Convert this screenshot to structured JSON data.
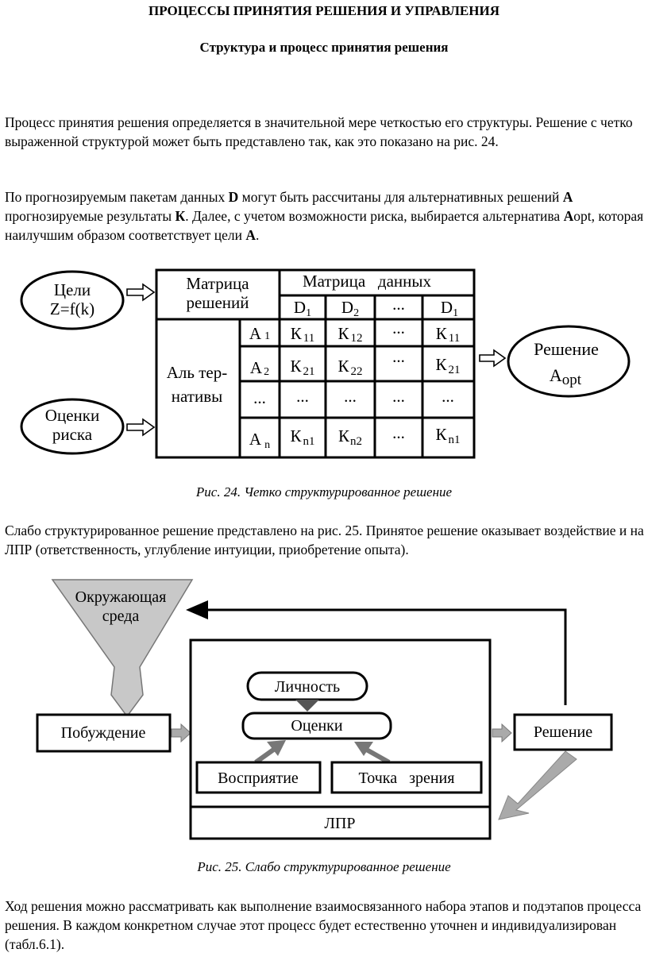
{
  "heading": "ПРОЦЕССЫ ПРИНЯТИЯ РЕШЕНИЯ И УПРАВЛЕНИЯ",
  "subheading": "Структура и процесс принятия решения",
  "paragraphs": {
    "p1": "Процесс принятия решения определяется в значительной мере четкостью его структуры. Решение с четко выраженной структурой может быть представлено так, как это показано на рис. 24.",
    "p2_a": "По прогнозируемым пакетам данных ",
    "p2_b": "D",
    "p2_c": " могут быть рассчитаны для альтернативных решений ",
    "p2_d": "A",
    "p2_e": " прогнозируемые результаты ",
    "p2_f": "К",
    "p2_g": ". Далее, с учетом возможности риска, выбирается альтернатива ",
    "p2_h": "A",
    "p2_i": "opt, которая наилучшим образом соответствует цели ",
    "p2_j": "А",
    "p2_k": ".",
    "p3": "Слабо структурированное решение представлено на рис. 25. Принятое решение оказывает воздействие и на ЛПР (ответственность, углубление интуиции, приобретение опыта).",
    "p4": "Ход решения можно рассматривать как выполнение взаимосвязанного набора этапов и подэтапов процесса решения. В каждом конкретном случае этот процесс будет естественно уточнен и индивидуализирован (табл.6.1)."
  },
  "fig24": {
    "goals_1": "Цели",
    "goals_2": "Z=f(k)",
    "risk_1": "Оценки",
    "risk_2": "риска",
    "matrix_1": "Матрица",
    "matrix_2": "решений",
    "data_matrix": "Матрица   данных",
    "alt_1": "Аль тер-",
    "alt_2": "нативы",
    "decision_1": "Решение",
    "decision_2": "A",
    "decision_sub": "opt",
    "header_cells": [
      {
        "m": "D",
        "s": "1"
      },
      {
        "m": "D",
        "s": "2"
      },
      {
        "m": "...",
        "s": ""
      },
      {
        "m": "D",
        "s": "1"
      }
    ],
    "rows": [
      {
        "label": {
          "m": "A",
          "s": "1"
        },
        "cells": [
          {
            "m": "К",
            "s": "11"
          },
          {
            "m": "К",
            "s": "12"
          },
          {
            "m": "...",
            "s": ""
          },
          {
            "m": "К",
            "s": "11"
          }
        ]
      },
      {
        "label": {
          "m": "A",
          "s": "2"
        },
        "cells": [
          {
            "m": "К",
            "s": "21"
          },
          {
            "m": "К",
            "s": "22"
          },
          {
            "m": "...",
            "s": ""
          },
          {
            "m": "К",
            "s": "21"
          }
        ]
      },
      {
        "label": {
          "m": "...",
          "s": ""
        },
        "cells": [
          {
            "m": "...",
            "s": ""
          },
          {
            "m": "...",
            "s": ""
          },
          {
            "m": "...",
            "s": ""
          },
          {
            "m": "...",
            "s": ""
          }
        ]
      },
      {
        "label": {
          "m": "A",
          "s": "n"
        },
        "cells": [
          {
            "m": "К",
            "s": "n1"
          },
          {
            "m": "К",
            "s": "n2"
          },
          {
            "m": "...",
            "s": ""
          },
          {
            "m": "К",
            "s": "n1"
          }
        ]
      }
    ]
  },
  "caption24": "Рис. 24. Четко структурированное решение",
  "fig25": {
    "environment_1": "Окружающая",
    "environment_2": "среда",
    "motivation": "Побуждение",
    "personality": "Личность",
    "evaluations": "Оценки",
    "perception": "Восприятие",
    "viewpoint": "Точка   зрения",
    "decision": "Решение",
    "dm": "ЛПР"
  },
  "caption25": "Рис. 25. Слабо структурированное решение"
}
